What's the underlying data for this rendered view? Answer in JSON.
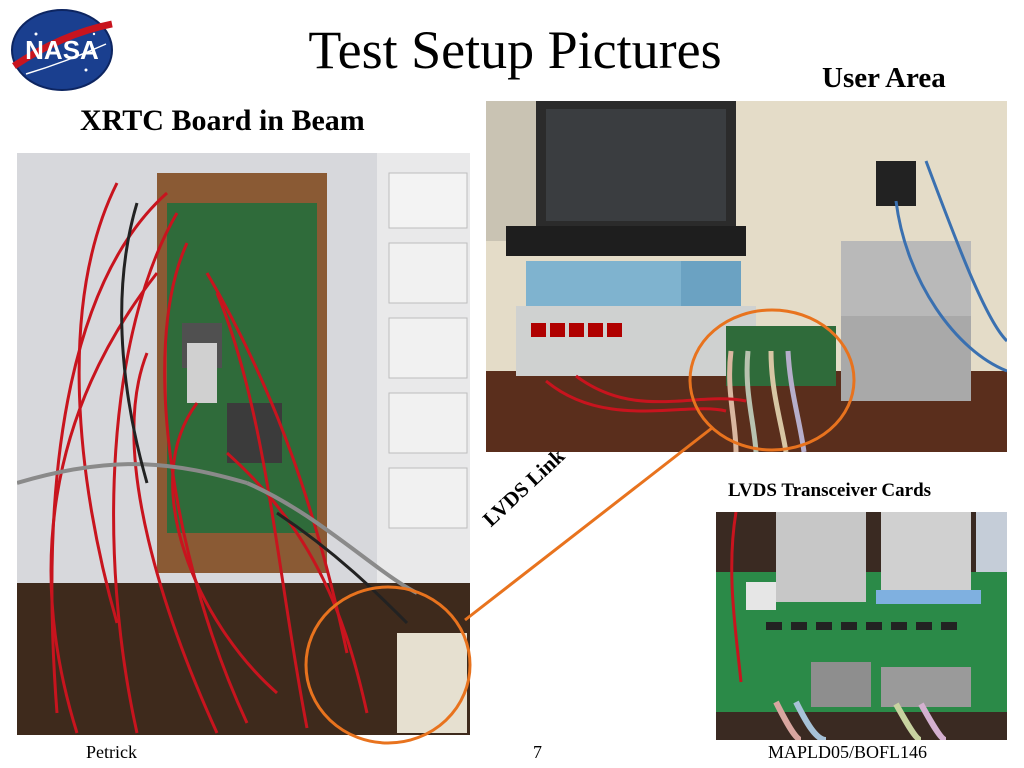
{
  "slide": {
    "title": "Test Setup Pictures",
    "logo_text": "NASA",
    "left_heading": "XRTC Board in Beam",
    "right_heading": "User Area",
    "cards_heading": "LVDS Transceiver Cards",
    "link_label": "LVDS Link"
  },
  "footer": {
    "author": "Petrick",
    "page": "7",
    "ref": "MAPLD05/BOFL146"
  },
  "colors": {
    "highlight": "#e8731e",
    "board_green": "#2f6b3a",
    "cable_red": "#c8141e"
  }
}
